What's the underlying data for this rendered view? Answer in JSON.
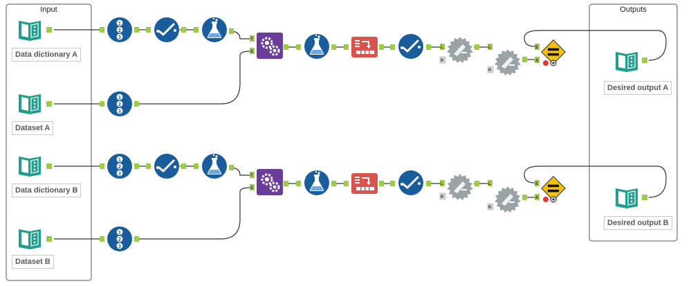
{
  "containers": {
    "input_title": "Input",
    "outputs_title": "Outputs"
  },
  "inputs": [
    {
      "label": "Data dictionary A"
    },
    {
      "label": "Dataset A"
    },
    {
      "label": "Data dictionary B"
    },
    {
      "label": "Dataset B"
    }
  ],
  "outputs": [
    {
      "label": "Desired output A"
    },
    {
      "label": "Desired output B"
    }
  ],
  "anchors": {
    "targets": "T",
    "source": "S",
    "left": "L",
    "right": "R",
    "expected": "E",
    "actual": "A"
  },
  "colors": {
    "input_teal": "#1f9f8c",
    "record_id_blue": "#1a5d9c",
    "select_blue": "#1a5d9c",
    "formula_blue": "#1a5d9c",
    "dynamic_rename_purple": "#6a3d9a",
    "transpose_red": "#d9534f",
    "join_grey": "#9aa3a6",
    "test_yellow": "#f4c20d",
    "anchor_green": "#9ccc48",
    "connector": "#333333"
  }
}
